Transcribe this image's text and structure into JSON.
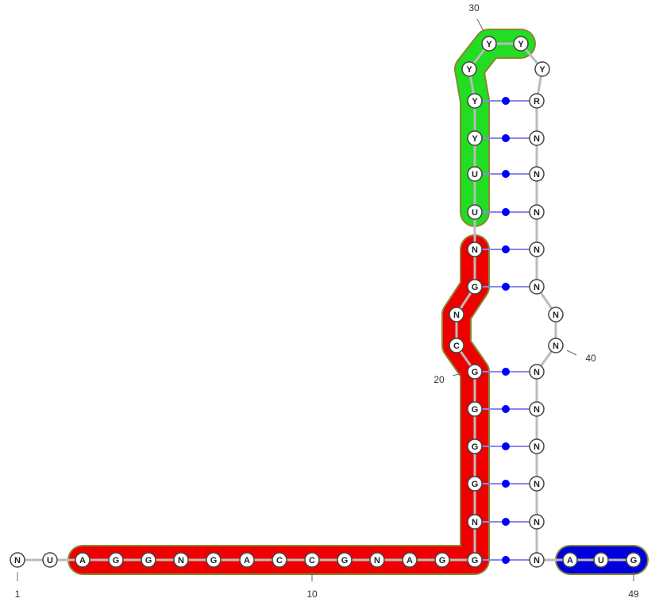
{
  "diagram": {
    "sequence": [
      "N",
      "U",
      "A",
      "G",
      "G",
      "N",
      "G",
      "A",
      "C",
      "C",
      "G",
      "N",
      "A",
      "G",
      "G",
      "N",
      "G",
      "G",
      "G",
      "G",
      "C",
      "N",
      "G",
      "N",
      "U",
      "U",
      "Y",
      "Y",
      "Y",
      "Y",
      "Y",
      "Y",
      "R",
      "N",
      "N",
      "N",
      "N",
      "N",
      "N",
      "N",
      "N",
      "N",
      "N",
      "N",
      "N",
      "N",
      "A",
      "U",
      "G"
    ],
    "base_pairs": [
      [
        15,
        46
      ],
      [
        16,
        45
      ],
      [
        17,
        44
      ],
      [
        18,
        43
      ],
      [
        19,
        42
      ],
      [
        20,
        41
      ],
      [
        23,
        38
      ],
      [
        24,
        37
      ],
      [
        25,
        36
      ],
      [
        26,
        35
      ],
      [
        27,
        34
      ],
      [
        28,
        33
      ]
    ],
    "numbers": [
      {
        "index": 1,
        "text": "1"
      },
      {
        "index": 10,
        "text": "10"
      },
      {
        "index": 20,
        "text": "20"
      },
      {
        "index": 30,
        "text": "30"
      },
      {
        "index": 40,
        "text": "40"
      },
      {
        "index": 49,
        "text": "49"
      }
    ],
    "highlights": [
      {
        "name": "red-region",
        "from": 3,
        "to": 24,
        "color": "#ee0000"
      },
      {
        "name": "green-region",
        "from": 25,
        "to": 31,
        "color": "#22dd22"
      },
      {
        "name": "blue-region",
        "from": 47,
        "to": 49,
        "color": "#0000dd"
      }
    ],
    "colors": {
      "pair_dot": "#0000ff",
      "pair_line": "#8888ee",
      "backbone": "#bbbbbb",
      "node_fill": "#ffffff",
      "node_stroke": "#444444",
      "outline": "#888833"
    }
  }
}
